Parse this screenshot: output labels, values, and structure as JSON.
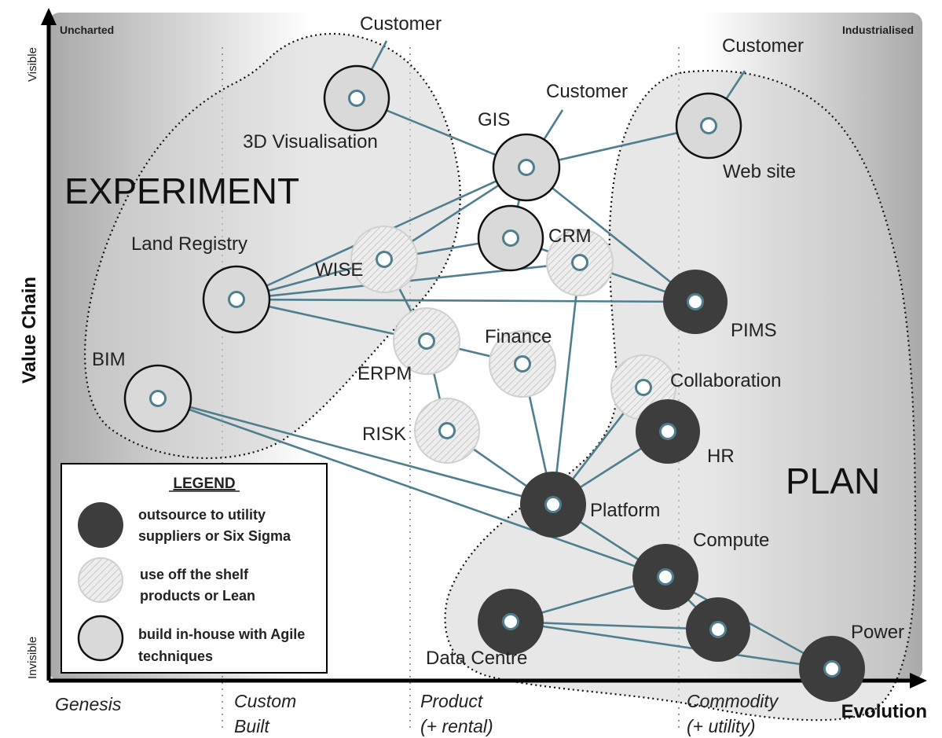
{
  "axes": {
    "y_label": "Value Chain",
    "y_top": "Visible",
    "y_bottom": "Invisible",
    "x_label": "Evolution",
    "corner_left": "Uncharted",
    "corner_right": "Industrialised"
  },
  "stages": [
    {
      "line1": "Genesis",
      "line2": ""
    },
    {
      "line1": "Custom",
      "line2": "Built"
    },
    {
      "line1": "Product",
      "line2": "(+ rental)"
    },
    {
      "line1": "Commodity",
      "line2": "(+ utility)"
    }
  ],
  "regions": {
    "experiment": "EXPERIMENT",
    "plan": "PLAN"
  },
  "nodes": [
    {
      "id": "customer_a",
      "label": "Customer",
      "type": "anchor"
    },
    {
      "id": "customer_b",
      "label": "Customer",
      "type": "anchor"
    },
    {
      "id": "customer_c",
      "label": "Customer",
      "type": "anchor"
    },
    {
      "id": "viz3d",
      "label": "3D Visualisation",
      "type": "build"
    },
    {
      "id": "gis",
      "label": "GIS",
      "type": "build"
    },
    {
      "id": "website",
      "label": "Web site",
      "type": "build"
    },
    {
      "id": "crm_inner",
      "label": "",
      "type": "build"
    },
    {
      "id": "crm",
      "label": "CRM",
      "type": "shelf"
    },
    {
      "id": "wise",
      "label": "WISE",
      "type": "shelf"
    },
    {
      "id": "land",
      "label": "Land Registry",
      "type": "build"
    },
    {
      "id": "pims",
      "label": "PIMS",
      "type": "utility"
    },
    {
      "id": "erpm",
      "label": "ERPM",
      "type": "shelf"
    },
    {
      "id": "finance",
      "label": "Finance",
      "type": "shelf"
    },
    {
      "id": "bim",
      "label": "BIM",
      "type": "build"
    },
    {
      "id": "collab",
      "label": "Collaboration",
      "type": "shelf"
    },
    {
      "id": "hr",
      "label": "HR",
      "type": "utility"
    },
    {
      "id": "risk",
      "label": "RISK",
      "type": "shelf"
    },
    {
      "id": "platform",
      "label": "Platform",
      "type": "utility"
    },
    {
      "id": "compute",
      "label": "Compute",
      "type": "utility"
    },
    {
      "id": "datacentre",
      "label": "Data Centre",
      "type": "utility"
    },
    {
      "id": "mid_power",
      "label": "",
      "type": "utility"
    },
    {
      "id": "power",
      "label": "Power",
      "type": "utility"
    }
  ],
  "links": [
    [
      "customer_a",
      "viz3d"
    ],
    [
      "customer_b",
      "gis"
    ],
    [
      "customer_c",
      "website"
    ],
    [
      "viz3d",
      "gis"
    ],
    [
      "gis",
      "website"
    ],
    [
      "gis",
      "crm_inner"
    ],
    [
      "gis",
      "wise"
    ],
    [
      "gis",
      "land"
    ],
    [
      "gis",
      "pims"
    ],
    [
      "crm_inner",
      "wise"
    ],
    [
      "crm_inner",
      "crm"
    ],
    [
      "land",
      "wise"
    ],
    [
      "land",
      "crm"
    ],
    [
      "land",
      "pims"
    ],
    [
      "land",
      "erpm"
    ],
    [
      "crm",
      "pims"
    ],
    [
      "crm",
      "platform"
    ],
    [
      "wise",
      "erpm"
    ],
    [
      "erpm",
      "finance"
    ],
    [
      "erpm",
      "risk"
    ],
    [
      "finance",
      "platform"
    ],
    [
      "risk",
      "platform"
    ],
    [
      "bim",
      "platform"
    ],
    [
      "bim",
      "compute"
    ],
    [
      "collab",
      "platform"
    ],
    [
      "hr",
      "platform"
    ],
    [
      "platform",
      "compute"
    ],
    [
      "compute",
      "datacentre"
    ],
    [
      "compute",
      "mid_power"
    ],
    [
      "datacentre",
      "mid_power"
    ],
    [
      "datacentre",
      "power"
    ],
    [
      "compute",
      "power"
    ]
  ],
  "legend": {
    "title": "LEGEND",
    "items": [
      {
        "type": "utility",
        "line1": "outsource to utility",
        "line2": "suppliers or Six Sigma"
      },
      {
        "type": "shelf",
        "line1": "use off the shelf",
        "line2": "products or Lean"
      },
      {
        "type": "build",
        "line1": "build in-house with Agile",
        "line2": "techniques"
      }
    ]
  },
  "colors": {
    "link": "#4f7f8f",
    "utility": "#3d3d3d",
    "build": "#d9d9d9",
    "shelf": "#e6e6e6"
  }
}
